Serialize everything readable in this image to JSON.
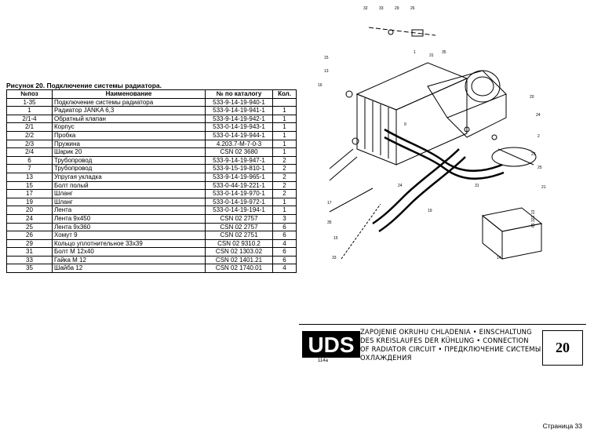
{
  "figure": {
    "title": "Рисунок 20.   Подключение системы радиатора."
  },
  "table": {
    "headers": [
      "№поз",
      "Наименование",
      "№ по каталогу",
      "Кол."
    ],
    "rows": [
      [
        "1-35",
        "Подключение системы радиатора",
        "533-9-14-19-940-1",
        ""
      ],
      [
        "1",
        "Радиатор JANKA  6,3",
        "533-9-14-19-941-1",
        "1"
      ],
      [
        "2/1-4",
        "Обратный клапан",
        "533-9-14-19-942-1",
        "1"
      ],
      [
        "2/1",
        "Корпус",
        "533-0-14-19-943-1",
        "1"
      ],
      [
        "2/2",
        "Пробка",
        "533-0-14-19-944-1",
        "1"
      ],
      [
        "2/3",
        "Пружина",
        "4.203.7-М-7-0-3",
        "1"
      ],
      [
        "2/4",
        "Шарик 20",
        "CSN  02  3680",
        "1"
      ],
      [
        "6",
        "Трубопровод",
        "533-9-14-19-947-1",
        "2"
      ],
      [
        "7",
        "Трубопровод",
        "533-9-15-19-810-1",
        "2"
      ],
      [
        "13",
        "Упругая укладка",
        "533-9-14-19-965-1",
        "2"
      ],
      [
        "15",
        "Болт полый",
        "533-0-44-19-221-1",
        "2"
      ],
      [
        "17",
        "Шланг",
        "533-0-14-19-970-1",
        "2"
      ],
      [
        "19",
        "Шланг",
        "533-0-14-19-972-1",
        "1"
      ],
      [
        "20",
        "Лента",
        "533-0-14-19-194-1",
        "1"
      ],
      [
        "24",
        "Лента 9х450",
        "CSN  02  2757",
        "3"
      ],
      [
        "25",
        "Лента  9х360",
        "CSN  02  2757",
        "6"
      ],
      [
        "26",
        "Хомут  9",
        "CSN  02  2751",
        "6"
      ],
      [
        "29",
        "Кольцо уплотнительное  33х39",
        "CSN  02  9310.2",
        "4"
      ],
      [
        "31",
        "Болт М 12х40",
        "CSN 02 1303.02",
        "6"
      ],
      [
        "33",
        "Гайка М 12",
        "CSN 02 1401.21",
        "6"
      ],
      [
        "35",
        "Шайба 12",
        "CSN 02 1740.01",
        "4"
      ]
    ]
  },
  "titleblock": {
    "logo": "UDS",
    "logo_sub": "114а",
    "lines": [
      "ZAPOJENIE OKRUHU CHLADENIA • EINSCHALTUNG",
      "DES KREISLAUFES DER KÜHLUNG • CONNECTION",
      "OF RADIATOR CIRCUIT • ПРЕДКЛЮЧЕНИЕ СИСТЕМЫ",
      "ОХЛАЖДЕНИЯ"
    ],
    "page_number": "20"
  },
  "drawing": {
    "code": "65 323 13",
    "callouts": [
      "32",
      "33",
      "29",
      "26",
      "1",
      "31",
      "35",
      "15",
      "13",
      "16",
      "9",
      "24",
      "19",
      "17",
      "35",
      "15",
      "33",
      "2",
      "25",
      "21",
      "20",
      "24",
      "23",
      "14",
      "31"
    ]
  },
  "footer": {
    "page_label": "Страница 33"
  }
}
